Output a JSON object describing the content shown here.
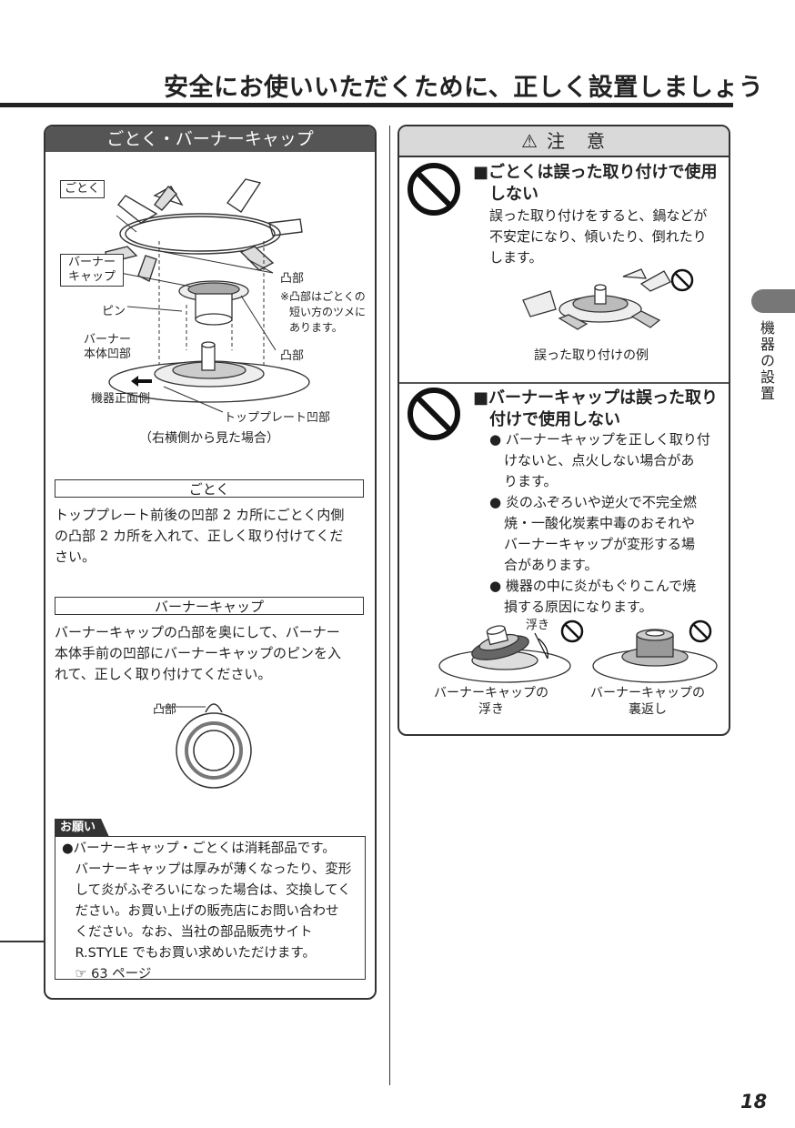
{
  "page_title": "安全にお使いいただくために、正しく設置しましょう",
  "left_panel": {
    "header": "ごとく・バーナーキャップ",
    "diagram_labels": {
      "gotoku": "ごとく",
      "burner_cap_line1": "バーナー",
      "burner_cap_line2": "キャップ",
      "pin": "ピン",
      "burner_body_line1": "バーナー",
      "burner_body_line2": "本体凹部",
      "front_side": "機器正面側",
      "totsubu_1": "凸部",
      "note_line1": "※凸部はごとくの",
      "note_line2": "短い方のツメに",
      "note_line3": "あります。",
      "totsubu_2": "凸部",
      "top_plate": "トッププレート凹部",
      "view_caption": "（右横側から見た場合）"
    },
    "gotoku_section": {
      "title": "ごとく",
      "lines": [
        "トッププレート前後の凹部 2 カ所にごとく内側",
        "の凸部 2 カ所を入れて、正しく取り付けてくだ",
        "さい。"
      ]
    },
    "burner_section": {
      "title": "バーナーキャップ",
      "lines": [
        "バーナーキャップの凸部を奥にして、バーナー",
        "本体手前の凹部にバーナーキャップのピンを入",
        "れて、正しく取り付けてください。"
      ],
      "diagram_label": "凸部"
    },
    "onegai": {
      "tab": "お願い",
      "lines": [
        "●バーナーキャップ・ごとくは消耗部品です。",
        "　バーナーキャップは厚みが薄くなったり、変形",
        "　して炎がふぞろいになった場合は、交換してく",
        "　ださい。お買い上げの販売店にお問い合わせ",
        "　ください。なお、当社の部品販売サイト",
        "　R.STYLE でもお買い求めいただけます。",
        "　☞ 63 ページ"
      ]
    }
  },
  "right_panel": {
    "header": "注　意",
    "warning1": {
      "head_lines": [
        "■ごとくは誤った取り付けで使用",
        "しない"
      ],
      "body_lines": [
        "誤った取り付けをすると、鍋などが",
        "不安定になり、傾いたり、倒れたり",
        "します。"
      ],
      "caption": "誤った取り付けの例"
    },
    "warning2": {
      "head_lines": [
        "■バーナーキャップは誤った取り",
        "付けで使用しない"
      ],
      "bullets": [
        [
          "● バーナーキャップを正しく取り付",
          "けないと、点火しない場合があ",
          "ります。"
        ],
        [
          "● 炎のふぞろいや逆火で不完全燃",
          "焼・一酸化炭素中毒のおそれや",
          "バーナーキャップが変形する場",
          "合があります。"
        ],
        [
          "● 機器の中に炎がもぐりこんで焼",
          "損する原因になります。"
        ]
      ],
      "float_label": "浮き",
      "caption_left": [
        "バーナーキャップの",
        "浮き"
      ],
      "caption_right": [
        "バーナーキャップの",
        "裏返し"
      ]
    }
  },
  "side_tab_label": "機器の設置",
  "page_number": "18",
  "colors": {
    "header_dark": "#555555",
    "header_light": "#d9d9d9",
    "side_tab": "#777777"
  }
}
